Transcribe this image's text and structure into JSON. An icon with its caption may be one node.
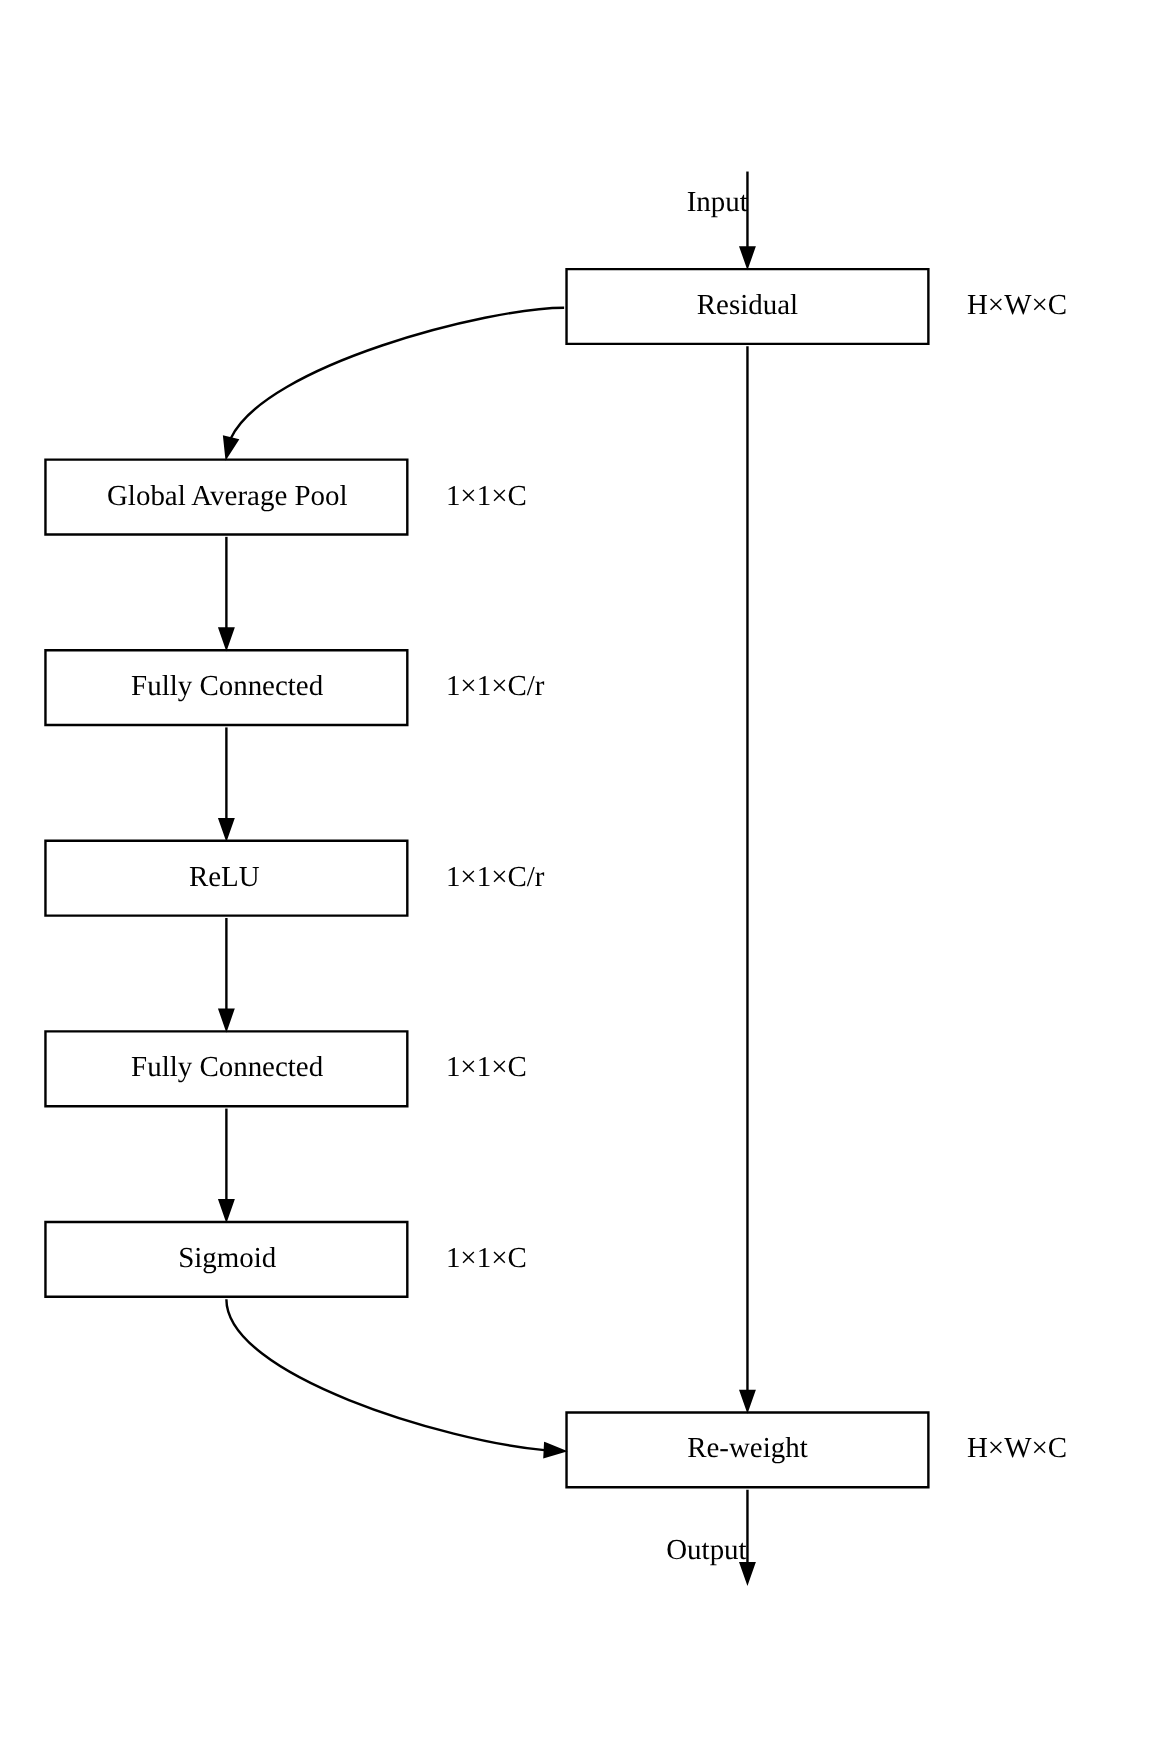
{
  "diagram": {
    "nodes": [
      {
        "text": [
          "Residual"
        ],
        "beside": [
          "H×W×C"
        ]
      },
      {
        "text": [
          "Global Average Pool"
        ],
        "beside": [
          "1×1×C"
        ]
      },
      {
        "text": [
          "Fully Connected"
        ],
        "beside": [
          "1×1×C/r"
        ]
      },
      {
        "text": [
          "ReLU"
        ],
        "beside": [
          "1×1×C/r"
        ]
      },
      {
        "text": [
          "Fully Connected"
        ],
        "beside": [
          "1×1×C"
        ]
      },
      {
        "text": [
          "Sigmoid"
        ],
        "beside": [
          "1×1×C"
        ]
      },
      {
        "text": [
          "Re-weight"
        ],
        "beside": [
          "H×W×C"
        ]
      }
    ],
    "edges": [
      {
        "from": null,
        "to": 0,
        "arrow": "to",
        "label": "Input"
      },
      {
        "from": 0,
        "to": 1,
        "arrow": "to"
      },
      {
        "from": 1,
        "to": 2,
        "arrow": "to"
      },
      {
        "from": 2,
        "to": 3,
        "arrow": "to"
      },
      {
        "from": 3,
        "to": 4,
        "arrow": "to"
      },
      {
        "from": 4,
        "to": 5,
        "arrow": "to"
      },
      {
        "from": 5,
        "to": 6,
        "arrow": "to"
      },
      {
        "from": 0,
        "to": 6,
        "arrow": "to"
      },
      {
        "from": 6,
        "to": null,
        "arrow": "to",
        "label": "Output"
      }
    ]
  }
}
